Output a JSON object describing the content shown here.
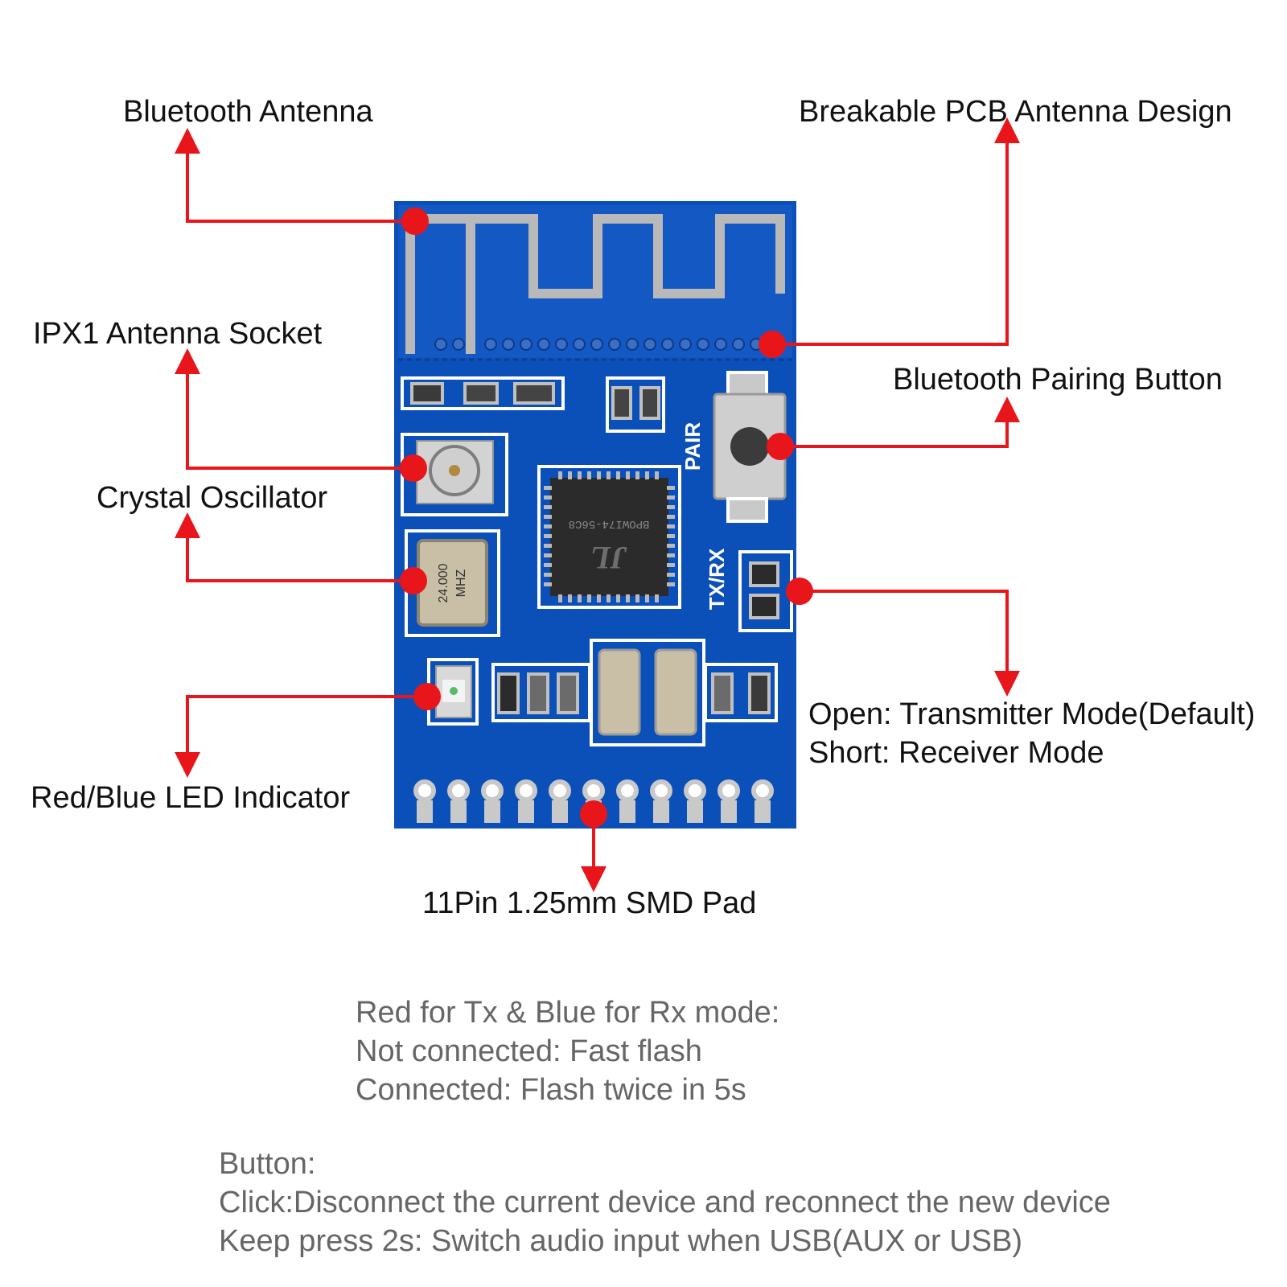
{
  "colors": {
    "pcb": "#0b4fb8",
    "pcb_dark": "#083f96",
    "silkscreen": "#ffffff",
    "metal": "#b9b9b9",
    "chip": "#2b2b2b",
    "crystal_body": "#c8bfa6",
    "annotation_red": "#e8151b",
    "label_text": "#111111",
    "note_text": "#666666"
  },
  "board": {
    "silk_pair": "PAIR",
    "silk_txrx": "TX/RX",
    "chip_marking": "BPOWI74-56C8",
    "chip_logo": "JL",
    "crystal_marking_line1": "24.000",
    "crystal_marking_line2": "MHZ"
  },
  "callouts": {
    "bluetooth_antenna": "Bluetooth Antenna",
    "breakable_pcb_antenna": "Breakable PCB Antenna Design",
    "ipx1_socket": "IPX1 Antenna Socket",
    "pairing_button": "Bluetooth Pairing Button",
    "crystal_oscillator": "Crystal Oscillator",
    "mode_open": "Open: Transmitter Mode(Default)",
    "mode_short": "Short: Receiver Mode",
    "led_indicator": "Red/Blue LED Indicator",
    "smd_pad": "11Pin 1.25mm SMD Pad"
  },
  "notes": {
    "led": {
      "title": "Red for Tx & Blue for Rx mode:",
      "line1": "Not connected: Fast flash",
      "line2": "Connected: Flash twice in 5s"
    },
    "button": {
      "title": "Button:",
      "line1": "Click:Disconnect the current device and reconnect the new device",
      "line2": "Keep press 2s: Switch audio input when USB(AUX or USB)"
    }
  }
}
